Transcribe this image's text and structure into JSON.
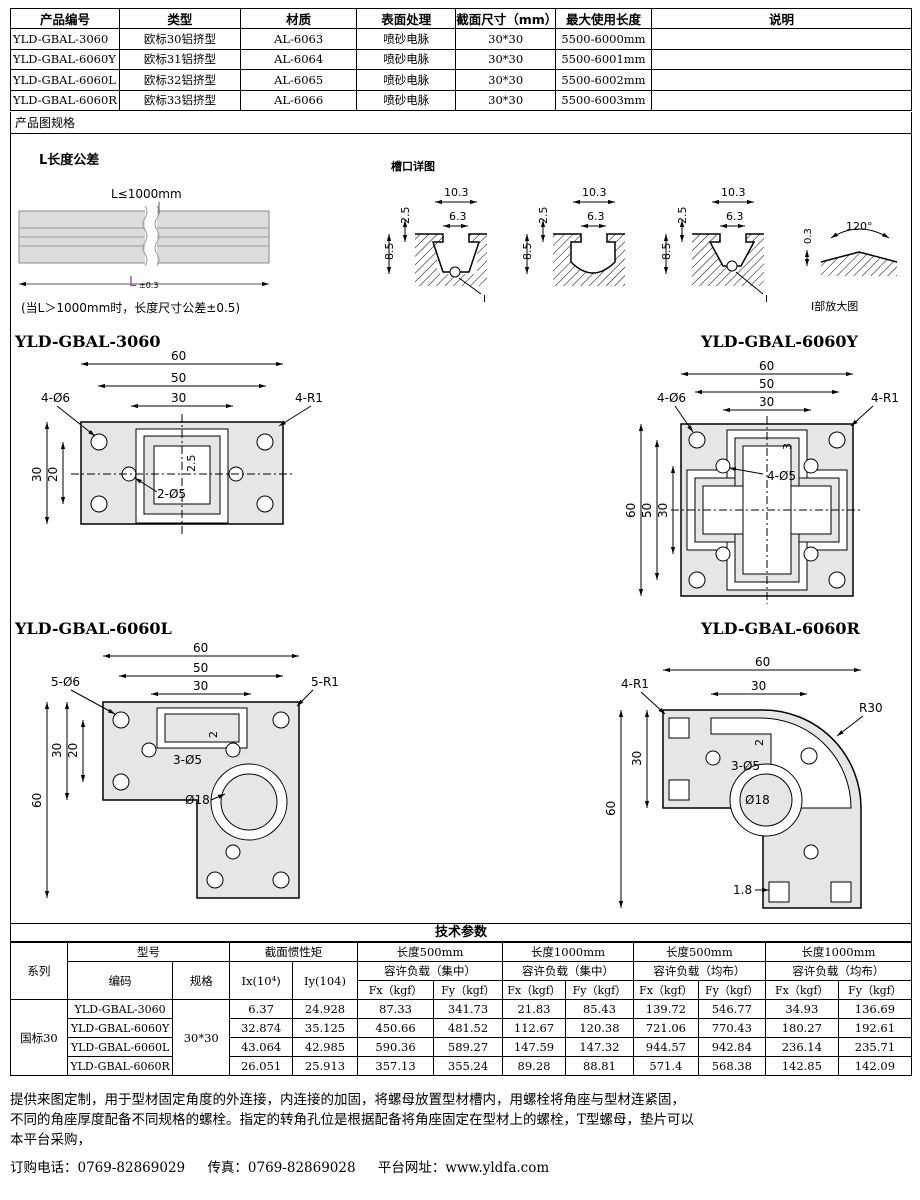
{
  "header": {
    "columns": [
      "产品编号",
      "类型",
      "材质",
      "表面处理",
      "截面尺寸（mm）",
      "最大使用长度",
      "说明"
    ],
    "rows": [
      {
        "code": "YLD-GBAL-3060",
        "type": "欧标30铝挤型",
        "material": "AL-6063",
        "surface": "喷砂电脉",
        "section": "30*30",
        "length": "5500-6000mm",
        "note": ""
      },
      {
        "code": "YLD-GBAL-6060Y",
        "type": "欧标31铝挤型",
        "material": "AL-6064",
        "surface": "喷砂电脉",
        "section": "30*30",
        "length": "5500-6001mm",
        "note": ""
      },
      {
        "code": "YLD-GBAL-6060L",
        "type": "欧标32铝挤型",
        "material": "AL-6065",
        "surface": "喷砂电脉",
        "section": "30*30",
        "length": "5500-6002mm",
        "note": ""
      },
      {
        "code": "YLD-GBAL-6060R",
        "type": "欧标33铝挤型",
        "material": "AL-6066",
        "surface": "喷砂电脉",
        "section": "30*30",
        "length": "5500-6003mm",
        "note": ""
      }
    ]
  },
  "spec_label": "产品图规格",
  "drawing": {
    "tolerance_title": "L长度公差",
    "length_label": "L≤1000mm",
    "L_mark": "L",
    "L_tol": "±0.3",
    "tolerance_note": "(当L＞1000mm时，长度尺寸公差±0.5)",
    "slot_title": "槽口详图",
    "slot_w1": "10.3",
    "slot_w2": "6.3",
    "slot_h1": "2.5",
    "slot_h2": "8.5",
    "slot_I": "I",
    "detail_angle": "120°",
    "detail_depth": "0.3",
    "detail_caption": "I部放大图",
    "profiles": [
      {
        "name": "YLD-GBAL-3060",
        "dims": [
          "60",
          "50",
          "30",
          "4-Ø6",
          "4-R1",
          "30",
          "20",
          "2.5",
          "2-Ø5"
        ]
      },
      {
        "name": "YLD-GBAL-6060Y",
        "dims": [
          "60",
          "50",
          "30",
          "4-Ø6",
          "4-R1",
          "3",
          "4-Ø5",
          "60",
          "50",
          "30"
        ]
      },
      {
        "name": "YLD-GBAL-6060L",
        "dims": [
          "60",
          "50",
          "30",
          "5-Ø6",
          "5-R1",
          "30",
          "20",
          "2",
          "3-Ø5",
          "Ø18",
          "60"
        ]
      },
      {
        "name": "YLD-GBAL-6060R",
        "dims": [
          "60",
          "30",
          "4-R1",
          "R30",
          "2",
          "3-Ø5",
          "30",
          "Ø18",
          "60",
          "1.8"
        ]
      }
    ]
  },
  "tech": {
    "title": "技术参数",
    "h_series": "系列",
    "h_model": "型号",
    "h_code": "编码",
    "h_spec": "规格",
    "h_inertia": "截面惯性矩",
    "h_ix": "Ix(10⁴)",
    "h_iy": "Iy(104)",
    "h_len500": "长度500mm",
    "h_len1000": "长度1000mm",
    "h_load_concentrated": "容许负载（集中）",
    "h_load_distributed": "容许负载（均布）",
    "h_fx": "Fx（kgf）",
    "h_fy": "Fy（kgf）",
    "series": "国标30",
    "spec": "30*30",
    "rows": [
      {
        "code": "YLD-GBAL-3060",
        "ix": "6.37",
        "iy": "24.928",
        "c500fx": "87.33",
        "c500fy": "341.73",
        "c1000fx": "21.83",
        "c1000fy": "85.43",
        "d500fx": "139.72",
        "d500fy": "546.77",
        "d1000fx": "34.93",
        "d1000fy": "136.69"
      },
      {
        "code": "YLD-GBAL-6060Y",
        "ix": "32.874",
        "iy": "35.125",
        "c500fx": "450.66",
        "c500fy": "481.52",
        "c1000fx": "112.67",
        "c1000fy": "120.38",
        "d500fx": "721.06",
        "d500fy": "770.43",
        "d1000fx": "180.27",
        "d1000fy": "192.61"
      },
      {
        "code": "YLD-GBAL-6060L",
        "ix": "43.064",
        "iy": "42.985",
        "c500fx": "590.36",
        "c500fy": "589.27",
        "c1000fx": "147.59",
        "c1000fy": "147.32",
        "d500fx": "944.57",
        "d500fy": "942.84",
        "d1000fx": "236.14",
        "d1000fy": "235.71"
      },
      {
        "code": "YLD-GBAL-6060R",
        "ix": "26.051",
        "iy": "25.913",
        "c500fx": "357.13",
        "c500fy": "355.24",
        "c1000fx": "89.28",
        "c1000fy": "88.81",
        "d500fx": "571.4",
        "d500fy": "568.38",
        "d1000fx": "142.85",
        "d1000fy": "142.09"
      }
    ]
  },
  "footer": {
    "line1": "提供来图定制，用于型材固定角度的外连接，内连接的加固，将螺母放置型材槽内，用螺栓将角座与型材连紧固，",
    "line2": "不同的角座厚度配备不同规格的螺栓。指定的转角孔位是根据配备将角座固定在型材上的螺栓，T型螺母，垫片可以",
    "line3": "本平台采购，",
    "phone": "订购电话：0769-82869029",
    "fax": "传真：0769-82869028",
    "site": "平台网址：www.yldfa.com"
  }
}
